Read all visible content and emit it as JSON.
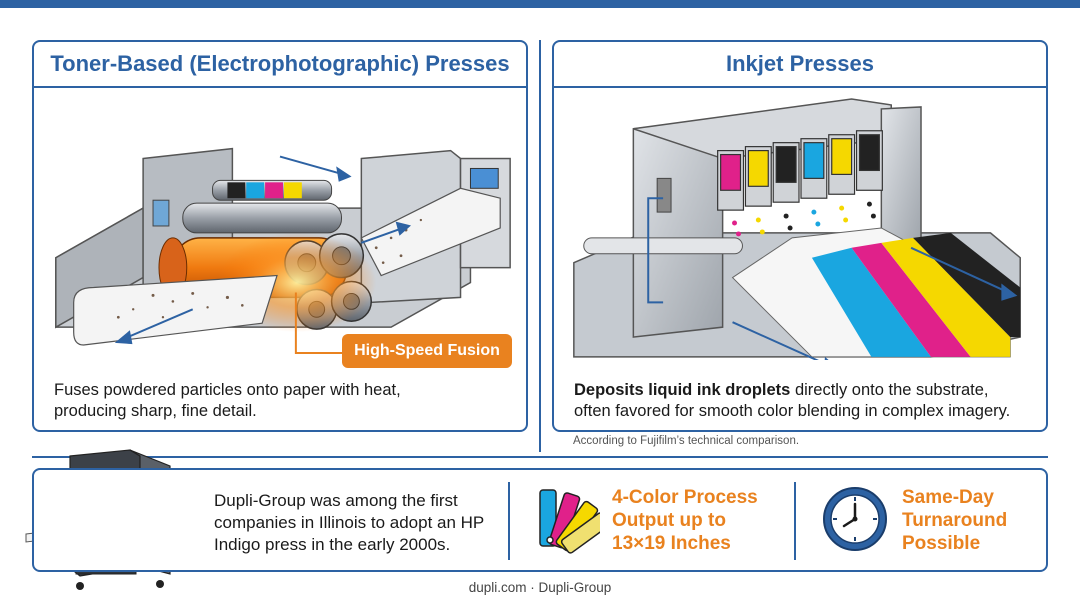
{
  "toner": {
    "title": "Toner-Based (Electrophotographic) Presses",
    "callout": "High-Speed Fusion",
    "desc_line1": "Fuses powdered particles onto paper with heat,",
    "desc_line2": "producing sharp, fine detail."
  },
  "inkjet": {
    "title": "Inkjet Presses",
    "desc_bold": "Deposits liquid ink droplets",
    "desc_rest1": " directly onto the substrate,",
    "desc_line2": "often favored for smooth color blending in complex imagery."
  },
  "note": "According to Fujifilm’s technical comparison.",
  "bottom": {
    "fact": "Dupli-Group was among the first companies in Illinois to adopt an HP Indigo press in the early 2000s.",
    "feature1": [
      "4-Color Process",
      "Output up to",
      "13×19 Inches"
    ],
    "feature2": [
      "Same-Day",
      "Turnaround",
      "Possible"
    ]
  },
  "footer": "dupli.com · Dupli-Group",
  "colors": {
    "primary": "#2d62a3",
    "accent": "#e9821f",
    "cyan": "#1aa6e0",
    "magenta": "#e0218a",
    "yellow": "#f5d800",
    "black": "#222222"
  },
  "icons": [
    "toner-press-illustration",
    "inkjet-press-illustration",
    "office-printer-icon",
    "color-swatch-fan-icon",
    "clock-icon"
  ]
}
